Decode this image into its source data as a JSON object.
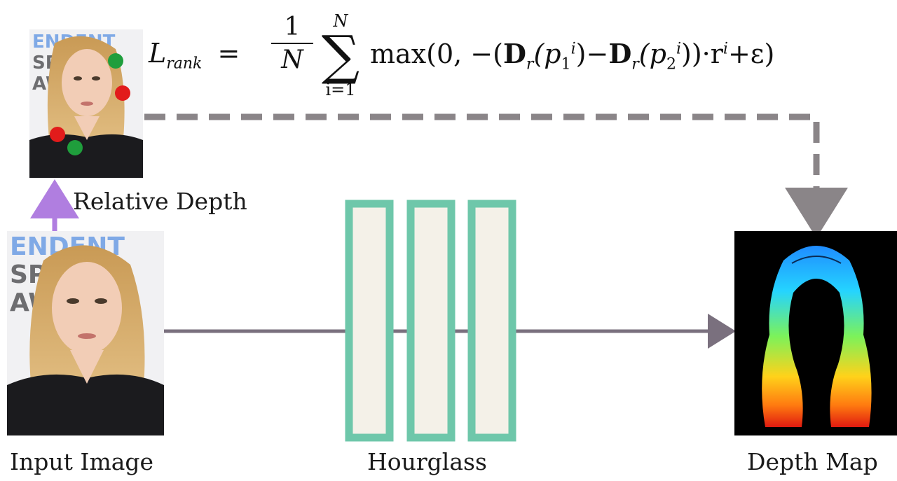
{
  "formula": {
    "lhs": "L",
    "lhs_sub": "rank",
    "equals": "=",
    "frac_num": "1",
    "frac_den": "N",
    "sum_top": "N",
    "sum_sigma": "∑",
    "sum_bottom": "i=1",
    "body_text": "max(0, −(D",
    "body_parts": [
      "max(0, −(",
      "D",
      "r",
      "(p",
      "1",
      "i",
      ")−",
      "D",
      "r",
      "(p",
      "2",
      "i",
      "))·r",
      "i",
      "+ε)"
    ]
  },
  "labels": {
    "relative_depth": "Relative Depth",
    "input_image": "Input Image",
    "hourglass": "Hourglass",
    "depth_map": "Depth Map"
  },
  "colors": {
    "arrow": "#7a707e",
    "dashed": "#8a8588",
    "relative_arrow": "#b07ee0",
    "hourglass_border": "#6ec7aa",
    "hourglass_fill": "#f4f1e8",
    "depth_bg": "#000000",
    "point_green": "#1f9e3c",
    "point_red": "#e21b1b"
  },
  "photo_text": [
    "ENDENT",
    "SP",
    "AW"
  ]
}
